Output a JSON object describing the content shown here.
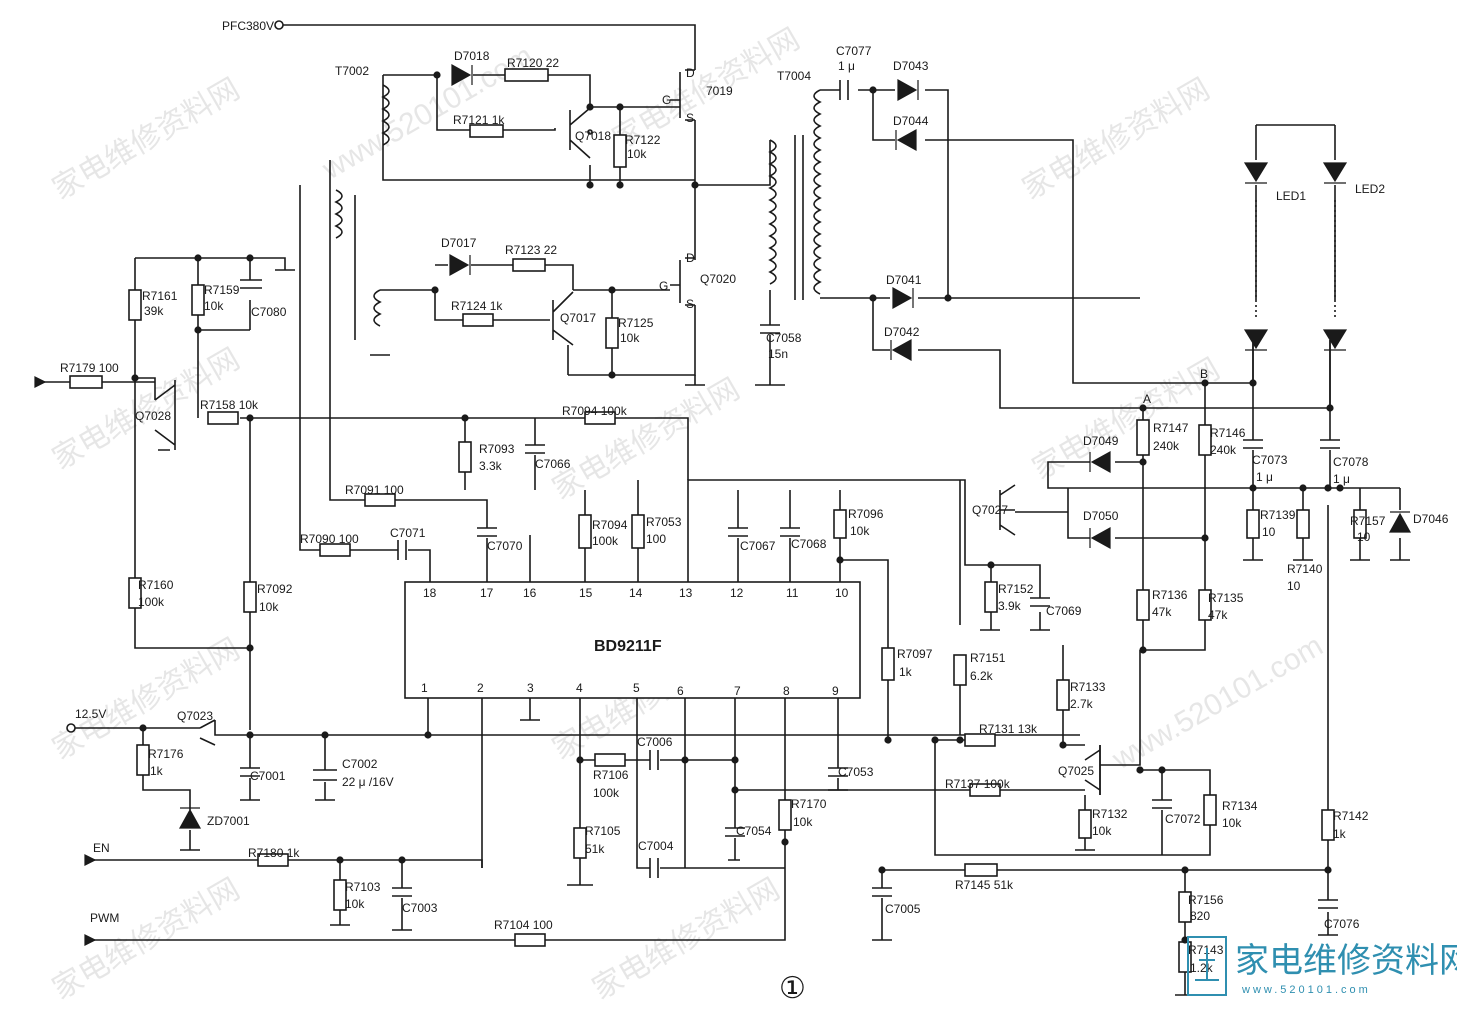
{
  "chip": {
    "name": "BD9211F",
    "pins_top": [
      "18",
      "17",
      "16",
      "15",
      "14",
      "13",
      "12",
      "11",
      "10"
    ],
    "pins_bottom": [
      "1",
      "2",
      "3",
      "4",
      "5",
      "6",
      "7",
      "8",
      "9"
    ]
  },
  "inputs": {
    "pfc": "PFC380V",
    "v12": "12.5V",
    "en": "EN",
    "pwm": "PWM"
  },
  "transformers": {
    "t1": "T7002",
    "t2": "T7004"
  },
  "nodes": {
    "a": "A",
    "b": "B"
  },
  "leds": {
    "led1": "LED1",
    "led2": "LED2"
  },
  "mosfet_pins": {
    "d": "D",
    "g": "G",
    "s": "S"
  },
  "components": {
    "D7018": "D7018",
    "R7120": "R7120  22",
    "R7121": "R7121  1k",
    "Q7018": "Q7018",
    "R7122_name": "R7122",
    "R7122_val": "10k",
    "Q7019": "7019",
    "D7017": "D7017",
    "R7123": "R7123  22",
    "R7124": "R7124  1k",
    "Q7017": "Q7017",
    "R7125_name": "R7125",
    "R7125_val": "10k",
    "Q7020": "Q7020",
    "C7058_name": "C7058",
    "C7058_val": "15n",
    "C7077_name": "C7077",
    "C7077_val": "1 μ",
    "D7043": "D7043",
    "D7044": "D7044",
    "D7041": "D7041",
    "D7042": "D7042",
    "R7161_name": "R7161",
    "R7161_val": "39k",
    "R7159_name": "R7159",
    "R7159_val": "10k",
    "C7080": "C7080",
    "R7179": "R7179  100",
    "Q7028": "Q7028",
    "R7158": "R7158  10k",
    "R7094a": "R7094  100k",
    "R7093_name": "R7093",
    "R7093_val": "3.3k",
    "C7066": "C7066",
    "R7091": "R7091  100",
    "R7090": "R7090  100",
    "C7071": "C7071",
    "C7070": "C7070",
    "R7094b_name": "R7094",
    "R7094b_val": "100k",
    "R7053_name": "R7053",
    "R7053_val": "100",
    "C7067": "C7067",
    "C7068": "C7068",
    "R7096_name": "R7096",
    "R7096_val": "10k",
    "R7160_name": "R7160",
    "R7160_val": "100k",
    "R7092_name": "R7092",
    "R7092_val": "10k",
    "Q7027": "Q7027",
    "R7152_name": "R7152",
    "R7152_val": "3.9k",
    "C7069": "C7069",
    "D7049": "D7049",
    "D7050": "D7050",
    "R7147_name": "R7147",
    "R7147_val": "240k",
    "R7146_name": "R7146",
    "R7146_val": "240k",
    "C7073_name": "C7073",
    "C7073_val": "1 μ",
    "C7078_name": "C7078",
    "C7078_val": "1 μ",
    "R7139_name": "R7139",
    "R7139_val": "10",
    "R7140_name": "R7140",
    "R7140_val": "10",
    "R7157_name": "R7157",
    "R7157_val": "10",
    "D7046": "D7046",
    "R7136_name": "R7136",
    "R7136_val": "47k",
    "R7135_name": "R7135",
    "R7135_val": "47k",
    "R7151_name": "R7151",
    "R7151_val": "6.2k",
    "R7097_name": "R7097",
    "R7097_val": "1k",
    "R7133_name": "R7133",
    "R7133_val": "2.7k",
    "R7131": "R7131  13k",
    "Q7025": "Q7025",
    "R7137": "R7137  100k",
    "R7132_name": "R7132",
    "R7132_val": "10k",
    "C7072": "C7072",
    "R7134_name": "R7134",
    "R7134_val": "10k",
    "R7142_name": "R7142",
    "R7142_val": "1k",
    "Q7023": "Q7023",
    "R7176_name": "R7176",
    "R7176_val": "1k",
    "C7001": "C7001",
    "C7002_name": "C7002",
    "C7002_val": "22 μ /16V",
    "ZD7001": "ZD7001",
    "R7106_name": "R7106",
    "R7106_val": "100k",
    "C7006": "C7006",
    "R7105_name": "R7105",
    "R7105_val": "51k",
    "C7004": "C7004",
    "C7054": "C7054",
    "R7170_name": "R7170",
    "R7170_val": "10k",
    "C7053": "C7053",
    "R7180": "R7180  1k",
    "R7103_name": "R7103",
    "R7103_val": "10k",
    "C7003": "C7003",
    "R7104": "R7104  100",
    "C7005": "C7005",
    "R7145": "R7145  51k",
    "R7156_name": "R7156",
    "R7156_val": "820",
    "R7143_name": "R7143",
    "R7143_val": "1.2k",
    "C7076": "C7076"
  },
  "figure_number": "①",
  "watermark": {
    "repeat": "家电维修资料网",
    "domain": "www.520101.com"
  },
  "brand": {
    "name": "家电维修资料网",
    "url": "www.520101.com"
  }
}
